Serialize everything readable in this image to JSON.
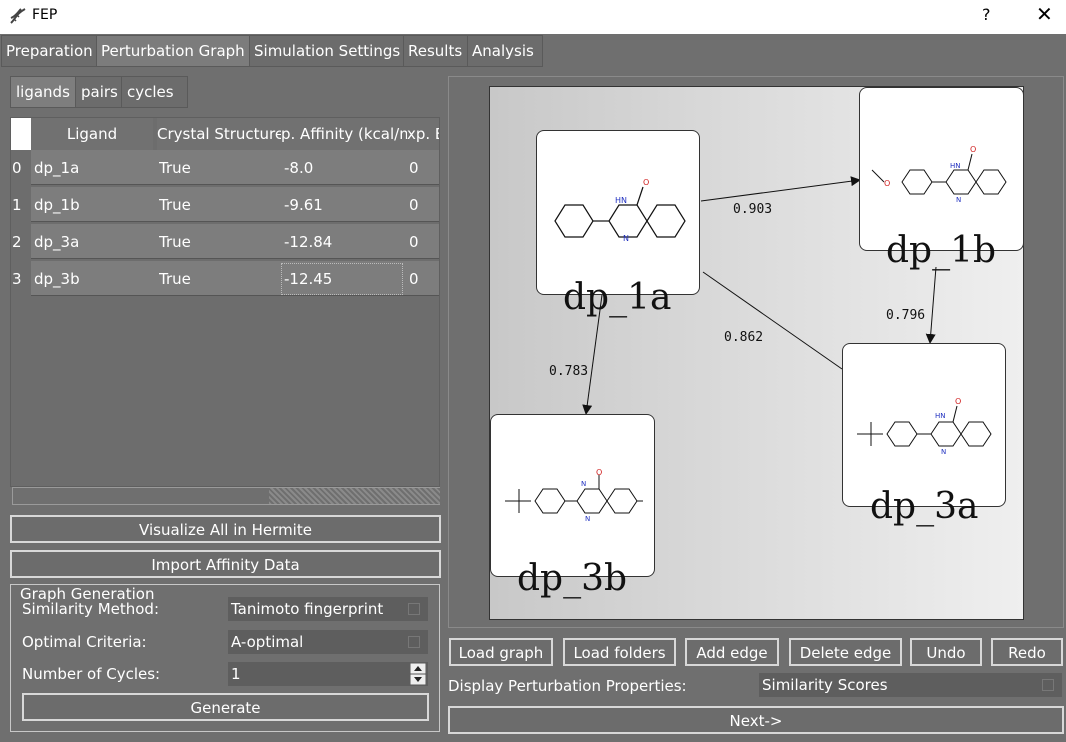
{
  "window": {
    "title": "FEP",
    "help": "?",
    "close": "✕"
  },
  "tabs": [
    "Preparation",
    "Perturbation Graph",
    "Simulation Settings",
    "Results",
    "Analysis"
  ],
  "subtabs": [
    "ligands",
    "pairs",
    "cycles"
  ],
  "table": {
    "headers": [
      "Ligand",
      "Crystal Structure",
      "p. Affinity (kcal/m",
      "xp. Er"
    ],
    "rows": [
      {
        "index": "0",
        "ligand": "dp_1a",
        "crystal": "True",
        "affinity": "-8.0",
        "err": "0"
      },
      {
        "index": "1",
        "ligand": "dp_1b",
        "crystal": "True",
        "affinity": "-9.61",
        "err": "0"
      },
      {
        "index": "2",
        "ligand": "dp_3a",
        "crystal": "True",
        "affinity": "-12.84",
        "err": "0"
      },
      {
        "index": "3",
        "ligand": "dp_3b",
        "crystal": "True",
        "affinity": "-12.45",
        "err": "0"
      }
    ]
  },
  "buttons": {
    "visualize": "Visualize All in Hermite",
    "import": "Import Affinity Data",
    "generate": "Generate"
  },
  "graph_generation": {
    "title": "Graph Generation",
    "similarity_label": "Similarity Method:",
    "similarity_value": "Tanimoto fingerprint",
    "criteria_label": "Optimal Criteria:",
    "criteria_value": "A-optimal",
    "cycles_label": "Number of Cycles:",
    "cycles_value": "1"
  },
  "graph": {
    "nodes": [
      "dp_1a",
      "dp_1b",
      "dp_3a",
      "dp_3b"
    ],
    "edges": [
      {
        "from": "dp_1a",
        "to": "dp_1b",
        "score": "0.903"
      },
      {
        "from": "dp_1b",
        "to": "dp_3a",
        "score": "0.796"
      },
      {
        "from": "dp_1a",
        "to": "dp_3a",
        "score": "0.862"
      },
      {
        "from": "dp_1a",
        "to": "dp_3b",
        "score": "0.783"
      }
    ],
    "atom_labels": {
      "nh": "HN",
      "n": "N",
      "o": "O"
    }
  },
  "graph_buttons": [
    "Load graph",
    "Load folders",
    "Add edge",
    "Delete edge",
    "Undo",
    "Redo"
  ],
  "display": {
    "label": "Display Perturbation Properties:",
    "value": "Similarity Scores"
  },
  "next": "Next->"
}
